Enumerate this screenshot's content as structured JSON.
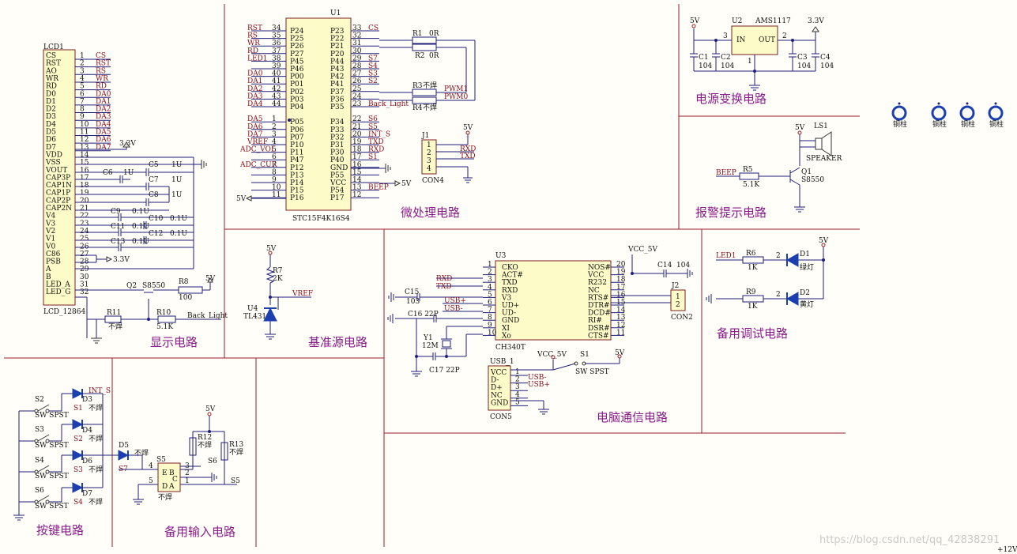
{
  "sections": {
    "display": "显示电路",
    "mcu": "微处理电路",
    "power": "电源变换电路",
    "alarm": "报警提示电路",
    "vref": "基准源电路",
    "pc_comm": "电脑通信电路",
    "debug": "备用调试电路",
    "keys": "按键电路",
    "input": "备用输入电路"
  },
  "copper_label": "铜柱",
  "watermark": "https://blog.csdn.net/qq_42838291",
  "corner_label": "+12V",
  "lcd": {
    "ref": "LCD1",
    "name": "LCD_12864",
    "pins": [
      "CS",
      "RST",
      "AO",
      "WR",
      "RD",
      "D0",
      "D1",
      "D2",
      "D3",
      "D4",
      "D5",
      "D6",
      "D7",
      "VDD",
      "VSS",
      "VOUT",
      "CAP3P",
      "CAP1N",
      "CAP1P",
      "CAP2P",
      "CAP2N",
      "V4",
      "V3",
      "V2",
      "V1",
      "V0",
      "C86",
      "PSB",
      "A",
      "B",
      "LED_A",
      "LED_G"
    ],
    "nets": [
      "CS",
      "RST",
      "RS",
      "WR",
      "RD",
      "DA0",
      "DA1",
      "DA2",
      "DA3",
      "DA4",
      "DA5",
      "DA6",
      "DA7"
    ],
    "caps": [
      "C6",
      "C5",
      "C7",
      "C8",
      "C9",
      "C10",
      "C11",
      "C12",
      "C13"
    ],
    "cap_values": [
      "1U",
      "0.1U"
    ],
    "transistor": "Q2",
    "transistor_type": "S8550",
    "resistors": [
      "R8",
      "R11",
      "R10"
    ],
    "resistor_values": [
      "100",
      "不焊",
      "5.1K"
    ],
    "backlight": "Back_Light",
    "v33": "3.3V",
    "v5": "5V"
  },
  "mcu": {
    "ref": "U1",
    "name": "STC15F4K16S4",
    "left_pins": [
      {
        "num": "34",
        "name": "P24",
        "net": "RST"
      },
      {
        "num": "35",
        "name": "P25",
        "net": "RS"
      },
      {
        "num": "36",
        "name": "P26",
        "net": "WR"
      },
      {
        "num": "37",
        "name": "P27",
        "net": "RD"
      },
      {
        "num": "38",
        "name": "P45",
        "net": "LED1"
      },
      {
        "num": "39",
        "name": "P46",
        "net": ""
      },
      {
        "num": "40",
        "name": "P00",
        "net": "DA0"
      },
      {
        "num": "41",
        "name": "P01",
        "net": "DA1"
      },
      {
        "num": "42",
        "name": "P02",
        "net": "DA2"
      },
      {
        "num": "43",
        "name": "P03",
        "net": "DA3"
      },
      {
        "num": "44",
        "name": "P04",
        "net": "DA4"
      },
      {
        "num": "",
        "name": "",
        "net": ""
      },
      {
        "num": "1",
        "name": "P05",
        "net": "DA5"
      },
      {
        "num": "2",
        "name": "P06",
        "net": "DA6"
      },
      {
        "num": "3",
        "name": "P07",
        "net": "DA7"
      },
      {
        "num": "4",
        "name": "P10",
        "net": "VREF"
      },
      {
        "num": "5",
        "name": "P11",
        "net": "ADC_VOL"
      },
      {
        "num": "6",
        "name": "P47",
        "net": ""
      },
      {
        "num": "7",
        "name": "P12",
        "net": "ADC_CUR"
      },
      {
        "num": "8",
        "name": "P13",
        "net": ""
      },
      {
        "num": "9",
        "name": "P14",
        "net": ""
      },
      {
        "num": "10",
        "name": "P15",
        "net": ""
      },
      {
        "num": "11",
        "name": "P16",
        "net": ""
      }
    ],
    "right_pins": [
      {
        "num": "33",
        "name": "P23",
        "net": "CS"
      },
      {
        "num": "32",
        "name": "P22",
        "net": ""
      },
      {
        "num": "31",
        "name": "P21",
        "net": ""
      },
      {
        "num": "30",
        "name": "P20",
        "net": ""
      },
      {
        "num": "29",
        "name": "P44",
        "net": "S7"
      },
      {
        "num": "28",
        "name": "P43",
        "net": "S4"
      },
      {
        "num": "27",
        "name": "P42",
        "net": "S3"
      },
      {
        "num": "26",
        "name": "P41",
        "net": "S2"
      },
      {
        "num": "25",
        "name": "P37",
        "net": ""
      },
      {
        "num": "24",
        "name": "P36",
        "net": ""
      },
      {
        "num": "23",
        "name": "P35",
        "net": "Back_Light"
      },
      {
        "num": "",
        "name": "",
        "net": ""
      },
      {
        "num": "22",
        "name": "P34",
        "net": "S6"
      },
      {
        "num": "21",
        "name": "P33",
        "net": "S5"
      },
      {
        "num": "20",
        "name": "P32",
        "net": "INT_S"
      },
      {
        "num": "19",
        "name": "P31",
        "net": "TXD"
      },
      {
        "num": "18",
        "name": "P30",
        "net": "RXD"
      },
      {
        "num": "17",
        "name": "P40",
        "net": "S1"
      },
      {
        "num": "16",
        "name": "GND",
        "net": ""
      },
      {
        "num": "15",
        "name": "P55",
        "net": ""
      },
      {
        "num": "14",
        "name": "VCC",
        "net": ""
      },
      {
        "num": "13",
        "name": "P54",
        "net": "BEEP"
      },
      {
        "num": "12",
        "name": "P17",
        "net": ""
      }
    ],
    "r1": "R1",
    "r1_val": "0R",
    "r2": "R2",
    "r2_val": "0R",
    "r3": "R3",
    "r3_val": "不焊",
    "r4": "R4",
    "r4_val": "不焊",
    "pwm1": "PWM1",
    "pwm0": "PWM0",
    "j1": "J1",
    "con4": "CON4",
    "j1_nets": [
      "RXD",
      "TXD"
    ],
    "j1_pins": [
      "1",
      "2",
      "3",
      "4"
    ],
    "v5": "5V"
  },
  "power": {
    "ref": "U2",
    "name": "AMS1117",
    "in": "IN",
    "out": "OUT",
    "vin": "5V",
    "vout": "3.3V",
    "pins": [
      "3",
      "2",
      "1"
    ],
    "caps": [
      "C1",
      "C2",
      "C3",
      "C4"
    ],
    "cap_val": "104"
  },
  "alarm": {
    "ls": "LS1",
    "speaker": "SPEAKER",
    "v5": "5V",
    "beep": "BEEP",
    "r": "R5",
    "r_val": "5.1K",
    "q": "Q1",
    "q_type": "S8550"
  },
  "vref": {
    "r": "R7",
    "r_val": "2K",
    "v5": "5V",
    "u": "U4",
    "name": "TL431",
    "net": "VREF"
  },
  "comm": {
    "ref": "U3",
    "name": "CH340T",
    "left_pins": [
      {
        "num": "1",
        "name": "CKO"
      },
      {
        "num": "2",
        "name": "ACT#"
      },
      {
        "num": "3",
        "name": "TXD"
      },
      {
        "num": "4",
        "name": "RXD"
      },
      {
        "num": "5",
        "name": "V3"
      },
      {
        "num": "6",
        "name": "UD+"
      },
      {
        "num": "7",
        "name": "UD-"
      },
      {
        "num": "8",
        "name": "GND"
      },
      {
        "num": "9",
        "name": "XI"
      },
      {
        "num": "10",
        "name": "Xo"
      }
    ],
    "right_pins": [
      {
        "num": "20",
        "name": "NOS#"
      },
      {
        "num": "19",
        "name": "VCC"
      },
      {
        "num": "18",
        "name": "R232"
      },
      {
        "num": "17",
        "name": "NC"
      },
      {
        "num": "16",
        "name": "RTS#"
      },
      {
        "num": "15",
        "name": "DTR#"
      },
      {
        "num": "14",
        "name": "DCD#"
      },
      {
        "num": "13",
        "name": "RI#"
      },
      {
        "num": "12",
        "name": "DSR#"
      },
      {
        "num": "11",
        "name": "CTS#"
      }
    ],
    "nets": [
      "RXD",
      "TXD",
      "USB+",
      "USB-"
    ],
    "vcc5v": "VCC_5V",
    "c14": "C14",
    "c14_val": "104",
    "c15": "C15",
    "c15_val": "103",
    "c16": "C16 22P",
    "c17": "C17 22P",
    "y1": "Y1",
    "y1_val": "12M",
    "j2": "J2",
    "con2": "CON2",
    "j2_pins": [
      "1",
      "2"
    ],
    "usb": "USB_1",
    "usb_pins": [
      {
        "num": "1",
        "name": "VCC"
      },
      {
        "num": "2",
        "name": "D-"
      },
      {
        "num": "3",
        "name": "D+"
      },
      {
        "num": "4",
        "name": "NC"
      },
      {
        "num": "5",
        "name": "GND"
      }
    ],
    "usb_nets": [
      "USB-",
      "USB+"
    ],
    "con5": "CON5",
    "s1": "S1",
    "sw": "SW SPST",
    "v5": "5V"
  },
  "debug": {
    "v5": "5V",
    "led1": "LED1",
    "r6": "R6",
    "r6_val": "1K",
    "r9": "R9",
    "r9_val": "1K",
    "d1": "D1",
    "d1_label": "绿灯",
    "d2": "D2",
    "d2_label": "黄灯",
    "pin": "2"
  },
  "keys": {
    "switches": [
      "S2",
      "S3",
      "S4",
      "S6"
    ],
    "sw": "SW SPST",
    "diodes": [
      "D3",
      "D4",
      "D6",
      "D7"
    ],
    "nets": [
      "S1",
      "S2",
      "S3",
      "S4"
    ],
    "no_solder": "不焊",
    "int_s": "INT_S"
  },
  "input": {
    "d5": "D5",
    "no_solder": "不焊",
    "s7": "S7",
    "s5": "S5",
    "s6": "S6",
    "r12": "R12",
    "r13": "R13",
    "v5": "5V",
    "pins": {
      "e": "E",
      "b": "B",
      "c": "C",
      "d": "D",
      "a": "A"
    },
    "nums": [
      "4",
      "5",
      "3",
      "2",
      "1"
    ]
  }
}
